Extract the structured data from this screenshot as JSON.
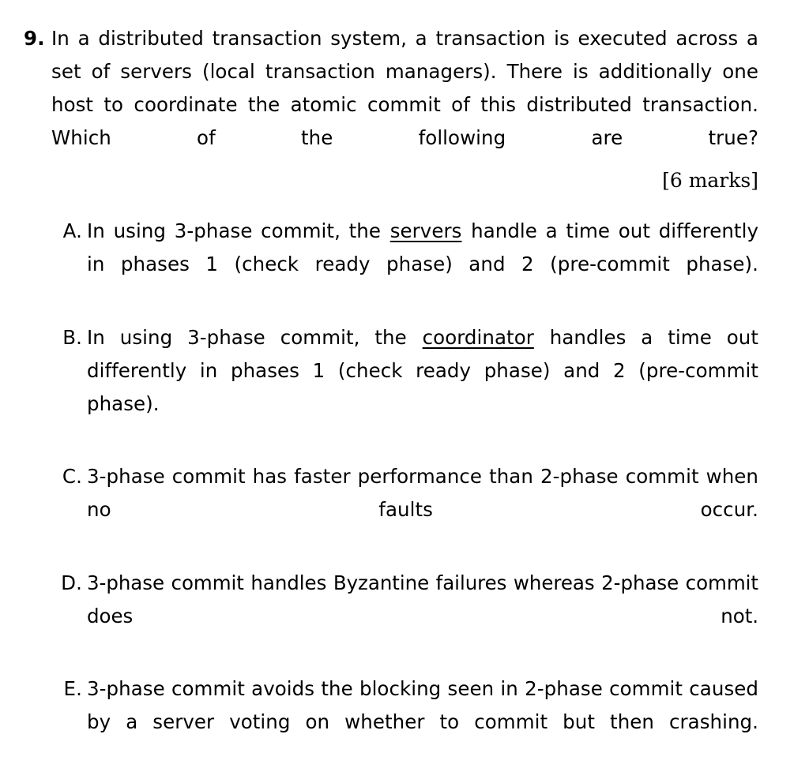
{
  "document": {
    "background_color": "#ffffff",
    "text_color": "#000000"
  },
  "question": {
    "number": "9.",
    "body": "In a distributed transaction system, a transaction is executed across a set of servers (local transaction managers).  There is additionally one host to coordinate the atomic commit of this distributed transaction. Which of the following are true?",
    "marks": "[6 marks]"
  },
  "options": [
    {
      "label": "A.",
      "text_before": "In using 3-phase commit, the ",
      "underlined": "servers",
      "text_after": " handle a time out differently in phases 1 (check ready phase) and 2 (pre-commit phase).",
      "full_text": "In using 3-phase commit, the servers handle a time out differently in phases 1 (check ready phase) and 2 (pre-commit phase)."
    },
    {
      "label": "B.",
      "text_before": "In using 3-phase commit, the ",
      "underlined": "coordinator",
      "text_after": " handles a time out differently in phases 1 (check ready phase) and 2 (pre-commit phase).",
      "full_text": "In using 3-phase commit, the coordinator handles a time out differently in phases 1 (check ready phase) and 2 (pre-commit phase)."
    },
    {
      "label": "C.",
      "text_before": "3-phase commit has faster performance than 2-phase commit when no faults occur.",
      "underlined": "",
      "text_after": "",
      "full_text": "3-phase commit has faster performance than 2-phase commit when no faults occur."
    },
    {
      "label": "D.",
      "text_before": "3-phase commit handles Byzantine failures whereas 2-phase commit does not.",
      "underlined": "",
      "text_after": "",
      "full_text": "3-phase commit handles Byzantine failures whereas 2-phase commit does not."
    },
    {
      "label": "E.",
      "text_before": "3-phase commit avoids the blocking seen in 2-phase commit caused by a server voting on whether to commit but then crashing.",
      "underlined": "",
      "text_after": "",
      "full_text": "3-phase commit avoids the blocking seen in 2-phase commit caused by a server voting on whether to commit but then crashing."
    }
  ]
}
